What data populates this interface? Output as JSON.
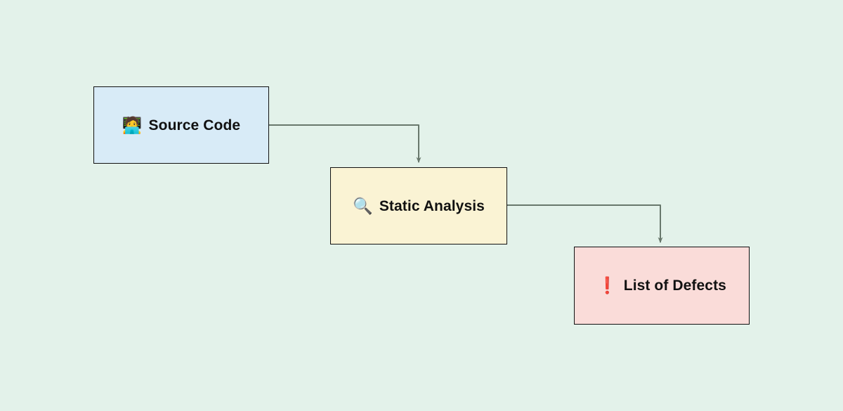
{
  "diagram": {
    "background": "#e3f2ea",
    "border_color": "#111111",
    "text_color": "#111111",
    "connector_color": "#68786c",
    "nodes": [
      {
        "id": "source-code",
        "icon": "🧑‍💻",
        "label": "Source Code",
        "fill": "#d8ebf7"
      },
      {
        "id": "static-analysis",
        "icon": "🔍",
        "label": "Static Analysis",
        "fill": "#faf3d4"
      },
      {
        "id": "list-of-defects",
        "icon": "❗",
        "label": "List of Defects",
        "fill": "#fadcd9"
      }
    ],
    "edges": [
      {
        "from": "source-code",
        "to": "static-analysis"
      },
      {
        "from": "static-analysis",
        "to": "list-of-defects"
      }
    ]
  }
}
